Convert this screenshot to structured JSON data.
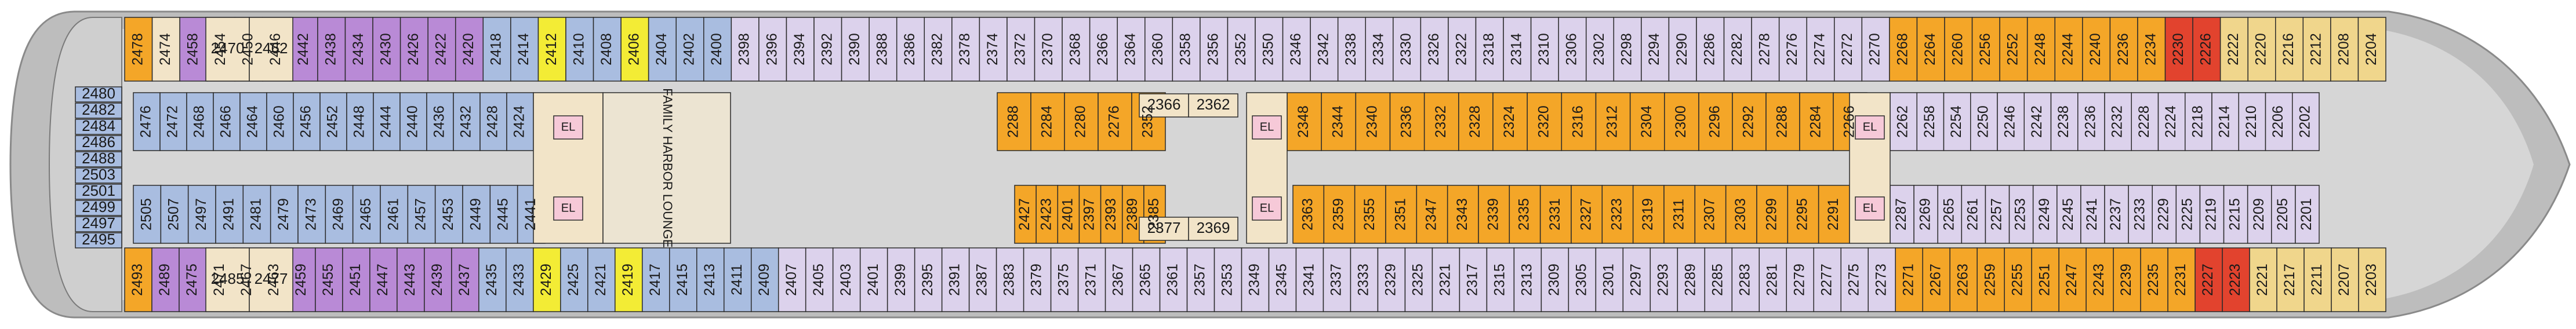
{
  "colors": {
    "interior": "#dcd2ec",
    "oceanview": "#a9bde0",
    "oceanview_dark": "#8ea6cf",
    "balcony": "#b98ad6",
    "suite_orange": "#f4a628",
    "suite_tan": "#f0d68c",
    "suite_red": "#e2432e",
    "yellow": "#f3ec35",
    "service": "#f2e4c8",
    "hull": "#bdbdbd",
    "deck": "#d6d6d6",
    "white": "#ffffff"
  },
  "lounge_label": "FAMILY HARBOR LOUNGE",
  "elevator_label": "EL",
  "top_row": [
    "2478",
    "2474",
    "2458",
    "2454",
    "2450",
    "2446",
    "2442",
    "2438",
    "2434",
    "2430",
    "2426",
    "2422",
    "2420",
    "2418",
    "2414",
    "2412",
    "2410",
    "2408",
    "2406",
    "2404",
    "2402",
    "2400",
    "2398",
    "2396",
    "2394",
    "2392",
    "2390",
    "2388",
    "2386",
    "2382",
    "2378",
    "2374",
    "2372",
    "2370",
    "2368",
    "2366",
    "2364",
    "2360",
    "2358",
    "2356",
    "2352",
    "2350",
    "2346",
    "2342",
    "2338",
    "2334",
    "2330",
    "2326",
    "2322",
    "2318",
    "2314",
    "2310",
    "2306",
    "2302",
    "2298",
    "2294",
    "2290",
    "2286",
    "2282",
    "2278",
    "2276",
    "2274",
    "2272",
    "2270",
    "2268",
    "2264",
    "2260",
    "2256",
    "2252",
    "2248",
    "2244",
    "2240",
    "2236",
    "2234",
    "2230",
    "2226",
    "2222",
    "2220",
    "2216",
    "2212",
    "2208",
    "2204"
  ],
  "bottom_row": [
    "2493",
    "2489",
    "2475",
    "2471",
    "2467",
    "2463",
    "2459",
    "2455",
    "2451",
    "2447",
    "2443",
    "2439",
    "2437",
    "2435",
    "2433",
    "2429",
    "2425",
    "2421",
    "2419",
    "2417",
    "2415",
    "2413",
    "2411",
    "2409",
    "2407",
    "2405",
    "2403",
    "2401",
    "2399",
    "2395",
    "2391",
    "2387",
    "2383",
    "2379",
    "2375",
    "2371",
    "2367",
    "2365",
    "2361",
    "2357",
    "2353",
    "2349",
    "2345",
    "2341",
    "2337",
    "2333",
    "2329",
    "2325",
    "2321",
    "2317",
    "2315",
    "2313",
    "2309",
    "2305",
    "2301",
    "2297",
    "2293",
    "2289",
    "2285",
    "2283",
    "2281",
    "2279",
    "2277",
    "2275",
    "2273",
    "2271",
    "2267",
    "2263",
    "2259",
    "2255",
    "2251",
    "2247",
    "2243",
    "2239",
    "2235",
    "2231",
    "2227",
    "2223",
    "2221",
    "2217",
    "2211",
    "2207",
    "2203"
  ],
  "inner_top": [
    "2476",
    "2472",
    "2468",
    "2466",
    "2464",
    "2460",
    "2456",
    "2452",
    "2448",
    "2444",
    "2440",
    "2436",
    "2432",
    "2428",
    "2424",
    "2288",
    "2284",
    "2280",
    "2276",
    "2352",
    "2348",
    "2344",
    "2340",
    "2336",
    "2332",
    "2328",
    "2324",
    "2320",
    "2316",
    "2312",
    "2304",
    "2300",
    "2296",
    "2292",
    "2288",
    "2284",
    "2266",
    "2262",
    "2258",
    "2254",
    "2250",
    "2246",
    "2242",
    "2238",
    "2236",
    "2232",
    "2228",
    "2224",
    "2218",
    "2214",
    "2210",
    "2206",
    "2202"
  ],
  "inner_bottom": [
    "2505",
    "2507",
    "2497",
    "2491",
    "2481",
    "2479",
    "2473",
    "2469",
    "2465",
    "2461",
    "2457",
    "2453",
    "2449",
    "2445",
    "2441",
    "2427",
    "2423",
    "2401",
    "2397",
    "2393",
    "2389",
    "2385",
    "2363",
    "2359",
    "2355",
    "2351",
    "2347",
    "2343",
    "2339",
    "2335",
    "2331",
    "2327",
    "2323",
    "2319",
    "2311",
    "2307",
    "2303",
    "2299",
    "2295",
    "2291",
    "2287",
    "2269",
    "2265",
    "2261",
    "2257",
    "2253",
    "2249",
    "2245",
    "2241",
    "2237",
    "2233",
    "2229",
    "2225",
    "2219",
    "2215",
    "2209",
    "2205",
    "2201"
  ],
  "stern_cabins": [
    "2480",
    "2482",
    "2484",
    "2486",
    "2488",
    "2503",
    "2501",
    "2499",
    "2497",
    "2495"
  ],
  "service_labels": [
    "2470",
    "2462",
    "2485",
    "2477",
    "2366",
    "2362",
    "2377",
    "2369"
  ]
}
